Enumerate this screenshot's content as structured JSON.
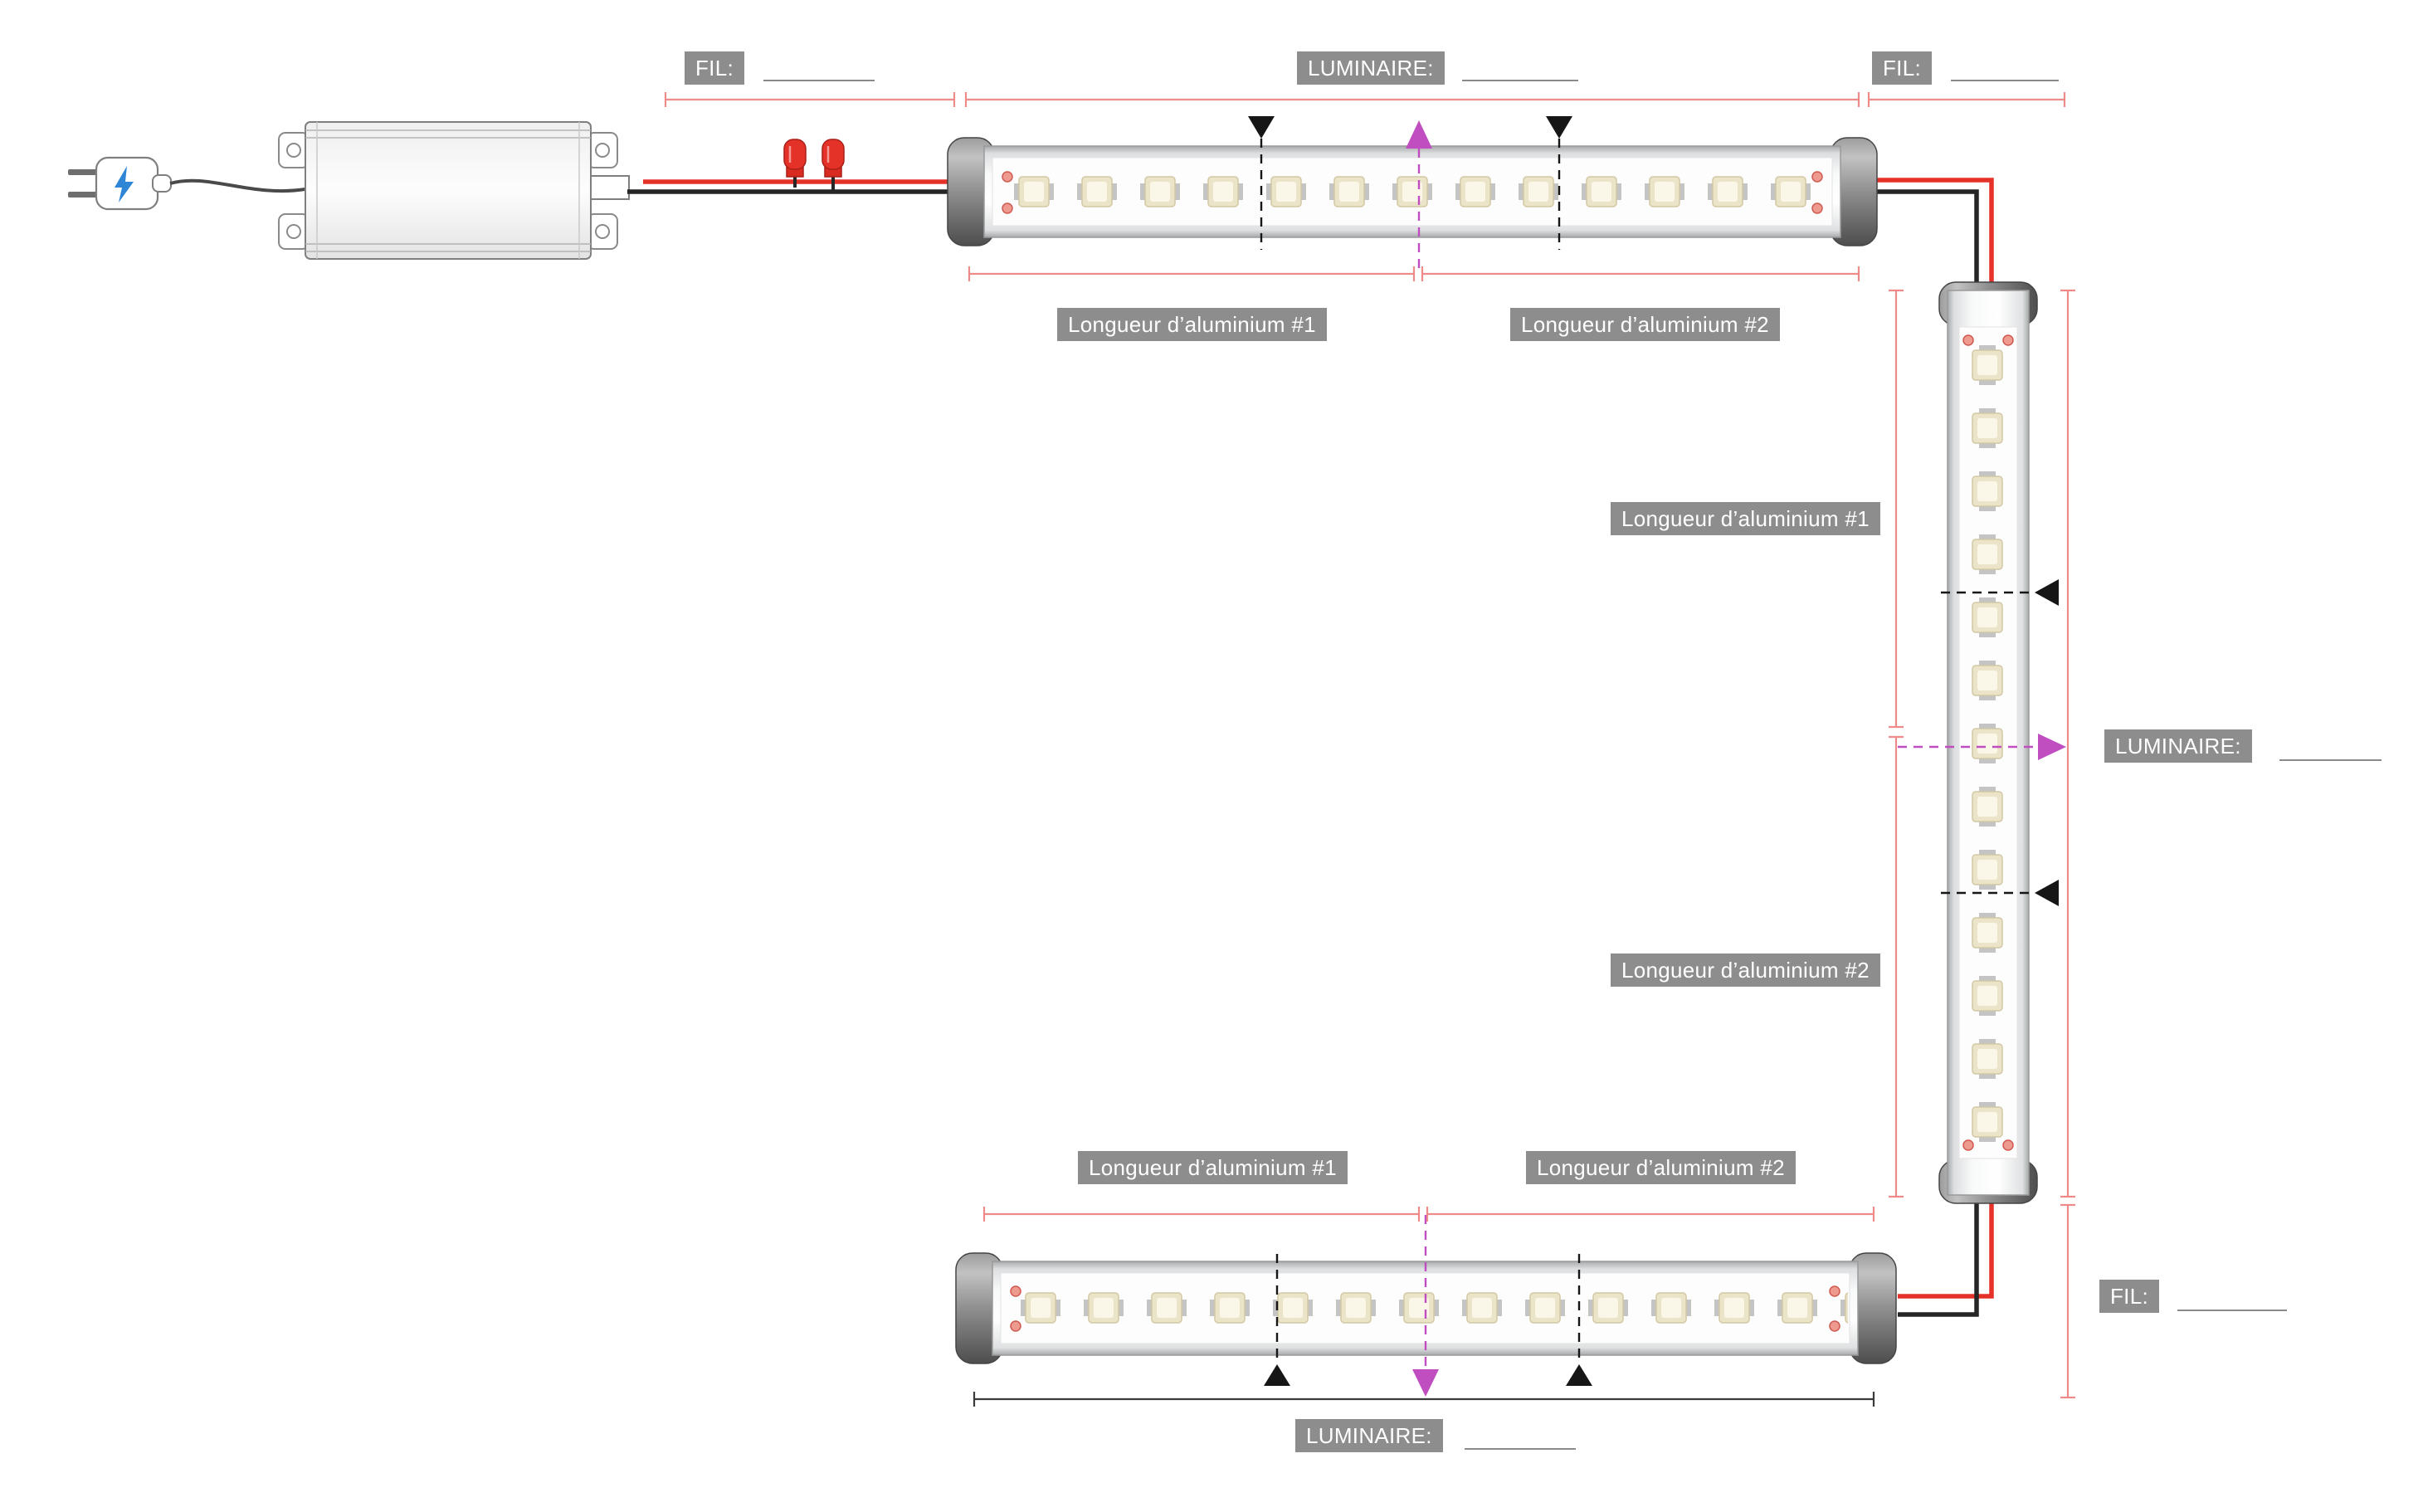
{
  "palette": {
    "dim_red": "#ef8a8a",
    "wire_red": "#e53228",
    "wire_black": "#262626",
    "magenta": "#c04ec0",
    "badge_bg": "#8d8d8d",
    "badge_text": "#ffffff"
  },
  "top_run": {
    "fil_left_label": "FIL:",
    "fil_left_value": "",
    "luminaire_label": "LUMINAIRE:",
    "luminaire_value": "",
    "fil_right_label": "FIL:",
    "fil_right_value": "",
    "alu1_label": "Longueur d’aluminium #1",
    "alu2_label": "Longueur d’aluminium #2"
  },
  "right_run": {
    "alu1_label": "Longueur d’aluminium #1",
    "alu2_label": "Longueur d’aluminium #2",
    "luminaire_label": "LUMINAIRE:",
    "luminaire_value": ""
  },
  "bottom_run": {
    "alu1_label": "Longueur d’aluminium #1",
    "alu2_label": "Longueur d’aluminium #2",
    "fil_label": "FIL:",
    "fil_value": "",
    "luminaire_label": "LUMINAIRE:",
    "luminaire_value": ""
  }
}
